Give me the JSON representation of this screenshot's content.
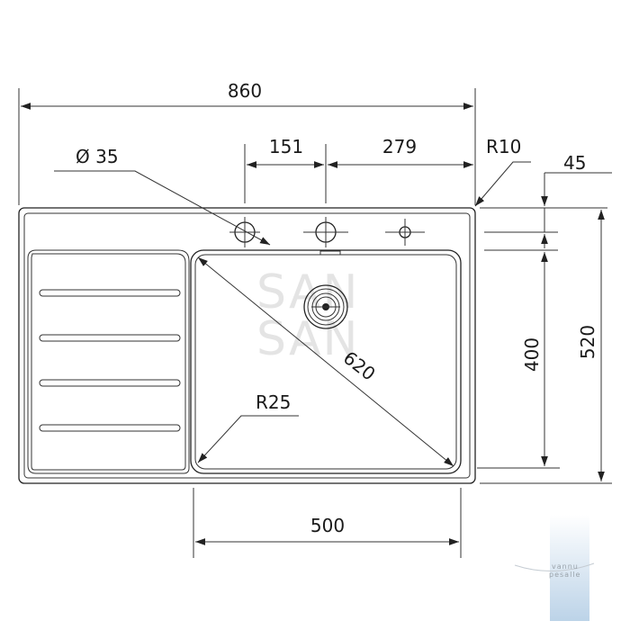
{
  "drawing": {
    "dimensions": {
      "overall_width": "860",
      "tap_hole_diameter": "Ø 35",
      "tap_offset_1": "151",
      "tap_offset_2": "279",
      "corner_radius_outer": "R10",
      "deck_height": "45",
      "bowl_height": "400",
      "overall_height": "520",
      "bowl_diagonal": "620",
      "bowl_corner_radius": "R25",
      "bowl_width": "500"
    },
    "watermark": {
      "line1": "SAN",
      "line2": "SAN"
    },
    "logo": {
      "text_line1": "vannu",
      "text_line2": "pesalle"
    },
    "colors": {
      "ink": "#222222",
      "watermark": "#e4e4e4",
      "logo_blue": "#bcd3e8"
    }
  }
}
